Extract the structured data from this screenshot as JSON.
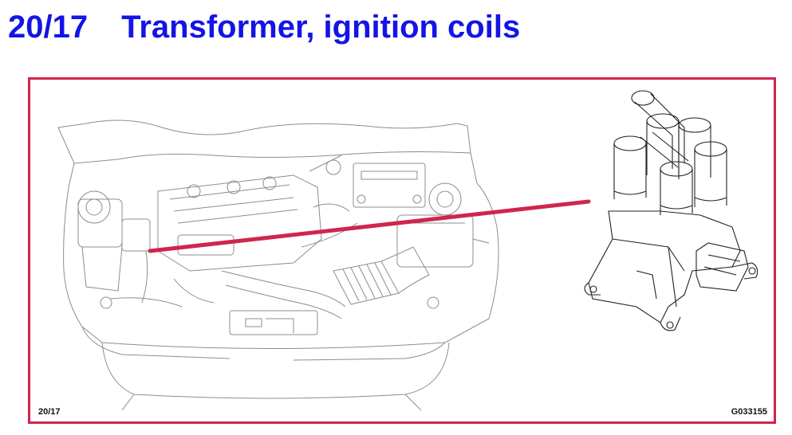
{
  "header": {
    "figure_number": "20/17",
    "title": "Transformer, ignition coils"
  },
  "figure": {
    "footer_left": "20/17",
    "footer_right": "G033155",
    "frame_color": "#d0254d",
    "pointer_color": "#d0254d",
    "title_color": "#1414e6"
  }
}
